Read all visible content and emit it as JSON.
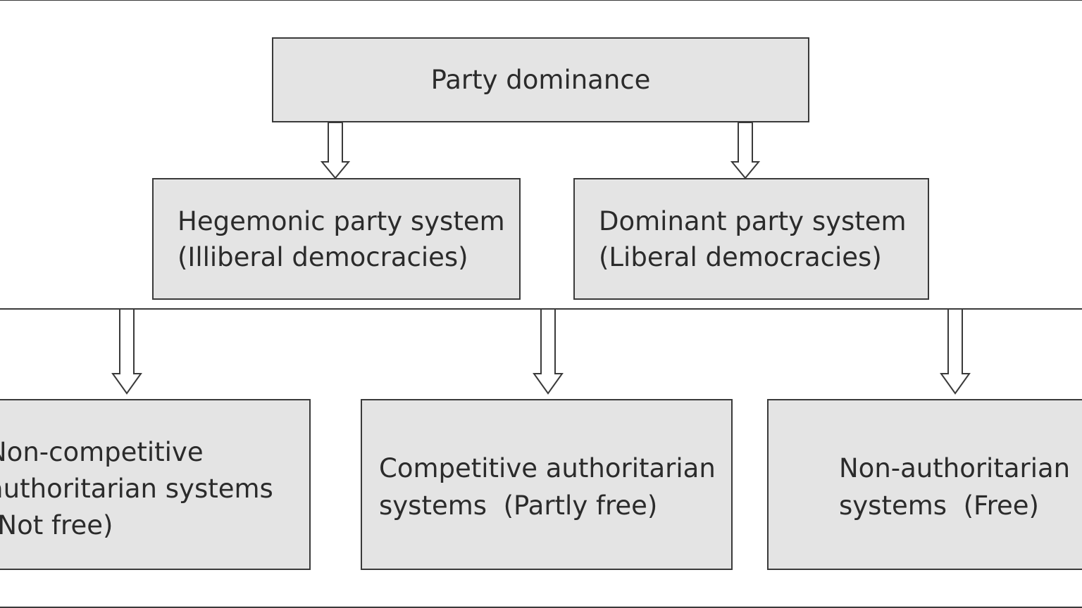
{
  "diagram": {
    "root": {
      "label": "Party dominance"
    },
    "level2": [
      {
        "lines": [
          "Hegemonic party system",
          "(Illiberal democracies)"
        ]
      },
      {
        "lines": [
          "Dominant party system",
          "(Liberal democracies)"
        ]
      }
    ],
    "level3": [
      {
        "lines": [
          "Non-competitive",
          "authoritarian systems",
          "(Not free)"
        ]
      },
      {
        "lines": [
          "Competitive authoritarian",
          "systems  (Partly free)"
        ]
      },
      {
        "lines": [
          "Non-authoritarian",
          "systems  (Free)"
        ]
      }
    ],
    "colors": {
      "box_fill": "#e4e4e4",
      "stroke": "#3a3a3a",
      "text": "#2b2b2b"
    }
  }
}
